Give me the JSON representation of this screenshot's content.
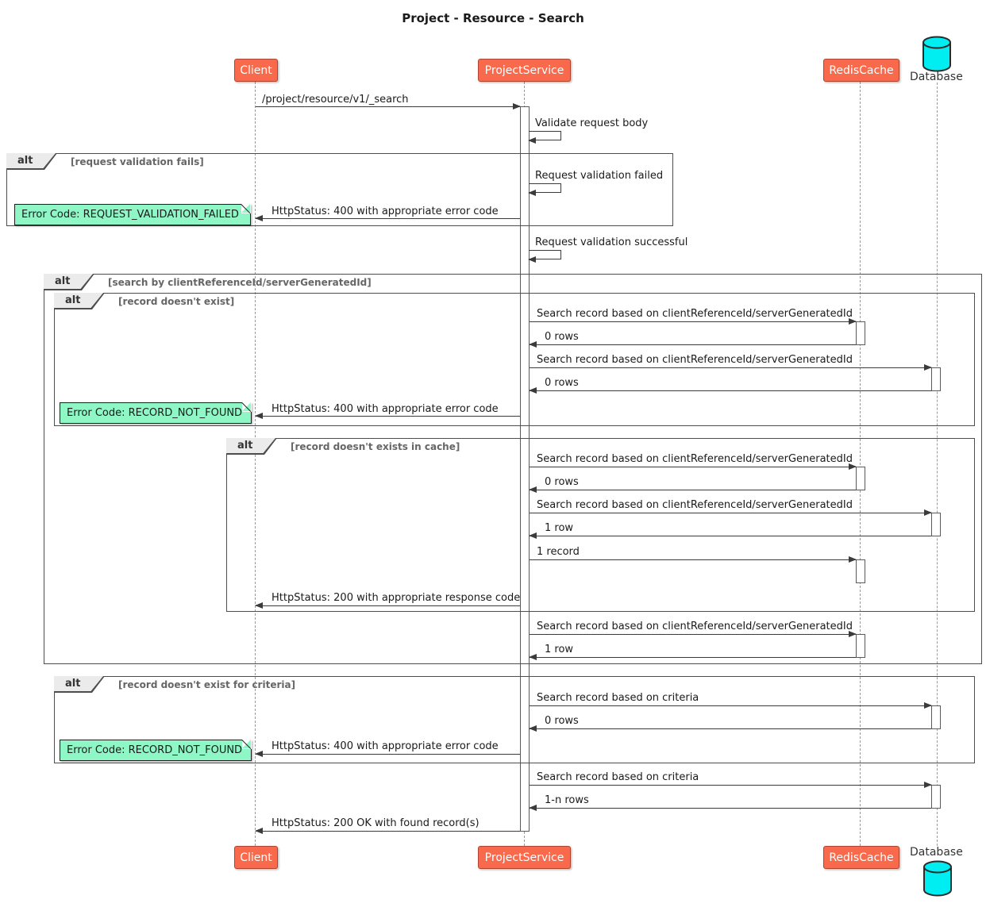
{
  "title": "Project - Resource - Search",
  "colors": {
    "participant-fill": "#f9694c",
    "participant-border": "#b0452f",
    "participant-text": "#ffffff",
    "note-fill": "#8ff7c6",
    "note-border": "#1f1f1f",
    "frame-border": "#4d4d4d",
    "frame-tag-fill": "#ebebeb",
    "condition-color": "#666666",
    "line-color": "#3b3b3b",
    "lifeline-color": "#9a9a9a",
    "db-fill": "#00eef2",
    "text-color": "#1a1a1a"
  },
  "participants": [
    {
      "name": "Client",
      "type": "participant"
    },
    {
      "name": "ProjectService",
      "type": "participant"
    },
    {
      "name": "RedisCache",
      "type": "participant"
    },
    {
      "name": "Database",
      "type": "database"
    }
  ],
  "frames": [
    {
      "keyword": "alt",
      "condition": "[request validation fails]"
    },
    {
      "keyword": "alt",
      "condition": "[search by clientReferenceId/serverGeneratedId]"
    },
    {
      "keyword": "alt",
      "condition": "[record doesn't exist]"
    },
    {
      "keyword": "alt",
      "condition": "[record doesn't exists in cache]"
    },
    {
      "keyword": "alt",
      "condition": "[record doesn't exist for criteria]"
    }
  ],
  "notes": [
    {
      "text": "Error Code: REQUEST_VALIDATION_FAILED"
    },
    {
      "text": "Error Code: RECORD_NOT_FOUND"
    },
    {
      "text": "Error Code: RECORD_NOT_FOUND"
    }
  ],
  "messages": [
    {
      "from": "Client",
      "to": "ProjectService",
      "text": "/project/resource/v1/_search"
    },
    {
      "from": "ProjectService",
      "to": "ProjectService",
      "text": "Validate request body"
    },
    {
      "from": "ProjectService",
      "to": "ProjectService",
      "text": "Request validation failed"
    },
    {
      "from": "ProjectService",
      "to": "Client",
      "text": "HttpStatus: 400 with appropriate error code"
    },
    {
      "from": "ProjectService",
      "to": "ProjectService",
      "text": "Request validation successful"
    },
    {
      "from": "ProjectService",
      "to": "RedisCache",
      "text": "Search record based on clientReferenceId/serverGeneratedId"
    },
    {
      "from": "RedisCache",
      "to": "ProjectService",
      "text": "0 rows"
    },
    {
      "from": "ProjectService",
      "to": "Database",
      "text": "Search record based on clientReferenceId/serverGeneratedId"
    },
    {
      "from": "Database",
      "to": "ProjectService",
      "text": "0 rows"
    },
    {
      "from": "ProjectService",
      "to": "Client",
      "text": "HttpStatus: 400 with appropriate error code"
    },
    {
      "from": "ProjectService",
      "to": "RedisCache",
      "text": "Search record based on clientReferenceId/serverGeneratedId"
    },
    {
      "from": "RedisCache",
      "to": "ProjectService",
      "text": "0 rows"
    },
    {
      "from": "ProjectService",
      "to": "Database",
      "text": "Search record based on clientReferenceId/serverGeneratedId"
    },
    {
      "from": "Database",
      "to": "ProjectService",
      "text": "1 row"
    },
    {
      "from": "ProjectService",
      "to": "RedisCache",
      "text": "1 record"
    },
    {
      "from": "ProjectService",
      "to": "Client",
      "text": "HttpStatus: 200 with appropriate response code"
    },
    {
      "from": "ProjectService",
      "to": "RedisCache",
      "text": "Search record based on clientReferenceId/serverGeneratedId"
    },
    {
      "from": "RedisCache",
      "to": "ProjectService",
      "text": "1 row"
    },
    {
      "from": "ProjectService",
      "to": "Database",
      "text": "Search record based on criteria"
    },
    {
      "from": "Database",
      "to": "ProjectService",
      "text": "0 rows"
    },
    {
      "from": "ProjectService",
      "to": "Client",
      "text": "HttpStatus: 400 with appropriate error code"
    },
    {
      "from": "ProjectService",
      "to": "Database",
      "text": "Search record based on criteria"
    },
    {
      "from": "Database",
      "to": "ProjectService",
      "text": "1-n rows"
    },
    {
      "from": "ProjectService",
      "to": "Client",
      "text": "HttpStatus: 200 OK with found record(s)"
    }
  ]
}
